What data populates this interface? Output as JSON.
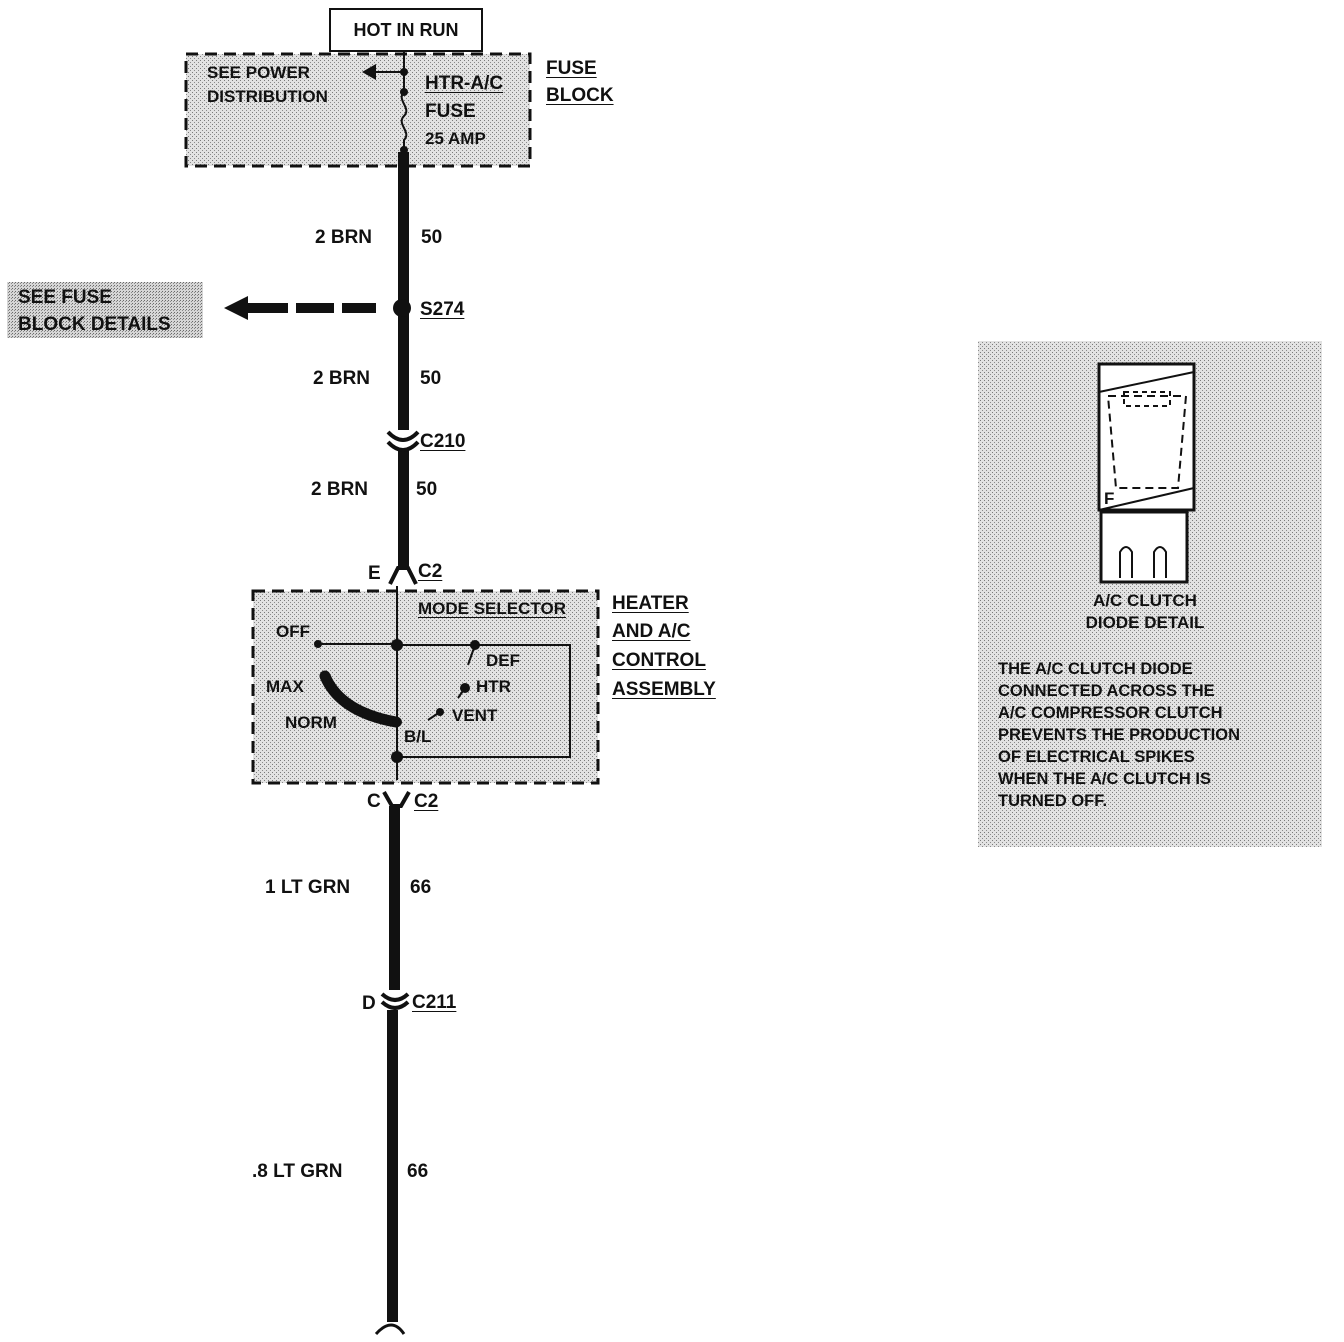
{
  "header": {
    "hot_in_run": "HOT IN RUN"
  },
  "fuse_block": {
    "see_power_line1": "SEE POWER",
    "see_power_line2": "DISTRIBUTION",
    "fuse_name": "HTR-A/C",
    "fuse_word": "FUSE",
    "fuse_rating": "25 AMP",
    "block_line1": "FUSE",
    "block_line2": "BLOCK"
  },
  "see_fuse_block": {
    "line1": "SEE FUSE",
    "line2": "BLOCK DETAILS"
  },
  "wires": [
    {
      "label": "2 BRN",
      "circuit": "50"
    },
    {
      "label": "2 BRN",
      "circuit": "50"
    },
    {
      "label": "2 BRN",
      "circuit": "50"
    },
    {
      "label": "1 LT GRN",
      "circuit": "66"
    },
    {
      "label": ".8 LT GRN",
      "circuit": "66"
    }
  ],
  "splice": "S274",
  "connectors": {
    "c210": "C210",
    "c2_top_pin": "E",
    "c2_top": "C2",
    "c2_bottom_pin": "C",
    "c2_bottom": "C2",
    "c211_pin": "D",
    "c211": "C211"
  },
  "control_assembly": {
    "mode_selector": "MODE SELECTOR",
    "title_line1": "HEATER",
    "title_line2": "AND A/C",
    "title_line3": "CONTROL",
    "title_line4": "ASSEMBLY",
    "positions": {
      "off": "OFF",
      "max": "MAX",
      "norm": "NORM",
      "def": "DEF",
      "htr": "HTR",
      "vent": "VENT",
      "bl": "B/L"
    }
  },
  "diode_detail": {
    "pin_label": "F",
    "caption_line1": "A/C CLUTCH",
    "caption_line2": "DIODE DETAIL",
    "note_lines": [
      "THE A/C CLUTCH DIODE",
      "CONNECTED ACROSS THE",
      "A/C COMPRESSOR CLUTCH",
      "PREVENTS THE PRODUCTION",
      "OF ELECTRICAL SPIKES",
      "WHEN THE A/C CLUTCH IS",
      "TURNED OFF."
    ]
  }
}
